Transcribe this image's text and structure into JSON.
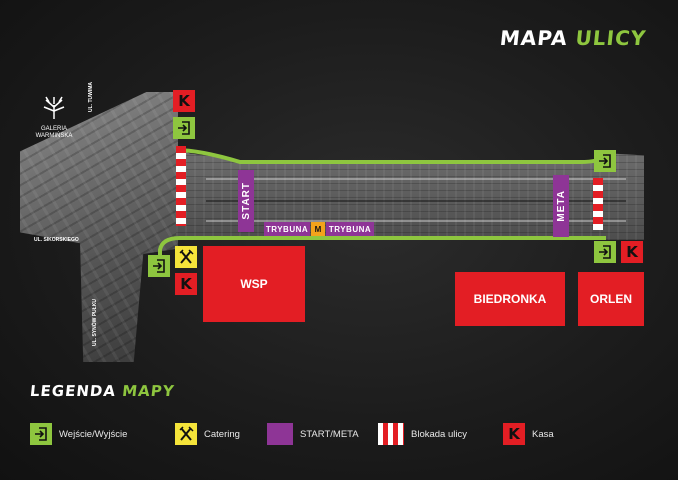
{
  "title": {
    "part1": "MAPA",
    "part2": "ULICY"
  },
  "streets": {
    "tuwima": "UL. TUWIMA",
    "sikorskiego": "UL. SIKORSKIEGO",
    "synow_pulku": "UL. SYNÓW PUŁKU",
    "galeria": "GALERIA WARMIŃSKA"
  },
  "markers": {
    "start": "START",
    "meta": "META",
    "tribune_left": "TRYBUNA",
    "tribune_m": "M",
    "tribune_right": "TRYBUNA"
  },
  "buildings": {
    "wsp": "WSP",
    "biedronka": "BIEDRONKA",
    "orlen": "ORLEN"
  },
  "icons": {
    "kasa_letter": "K",
    "entrance": "door-exit-icon",
    "catering": "fork-knife-icon"
  },
  "legend": {
    "title1": "LEGENDA",
    "title2": "MAPY",
    "items": [
      {
        "icon": "door-exit-icon",
        "label": "Wejście/Wyjście"
      },
      {
        "icon": "fork-knife-icon",
        "label": "Catering"
      },
      {
        "icon": "purple-swatch",
        "label": "START/META"
      },
      {
        "icon": "red-white-stripes",
        "label": "Blokada ulicy"
      },
      {
        "icon": "k-letter-icon",
        "label": "Kasa"
      }
    ]
  },
  "colors": {
    "green": "#8ec63f",
    "red": "#e31e24",
    "purple": "#8e3596",
    "yellow": "#f5e43a",
    "orange": "#f2a31b"
  }
}
